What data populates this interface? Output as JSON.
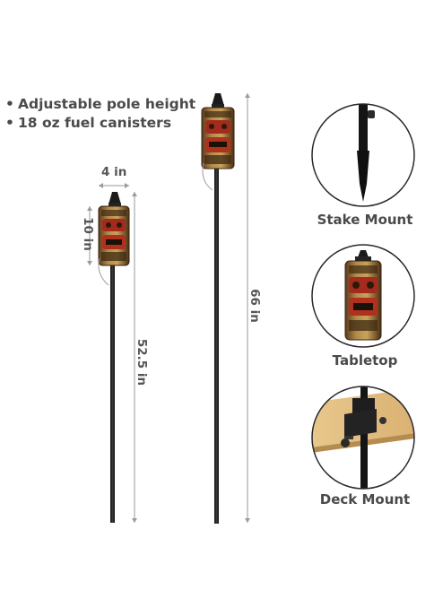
{
  "features": [
    "Adjustable pole height",
    "18 oz fuel canisters"
  ],
  "dimensions": {
    "width": "4 in",
    "head_height": "10 in",
    "short_pole": "52.5 in",
    "tall_pole": "66 in"
  },
  "mounts": [
    "Stake Mount",
    "Tabletop",
    "Deck Mount"
  ]
}
